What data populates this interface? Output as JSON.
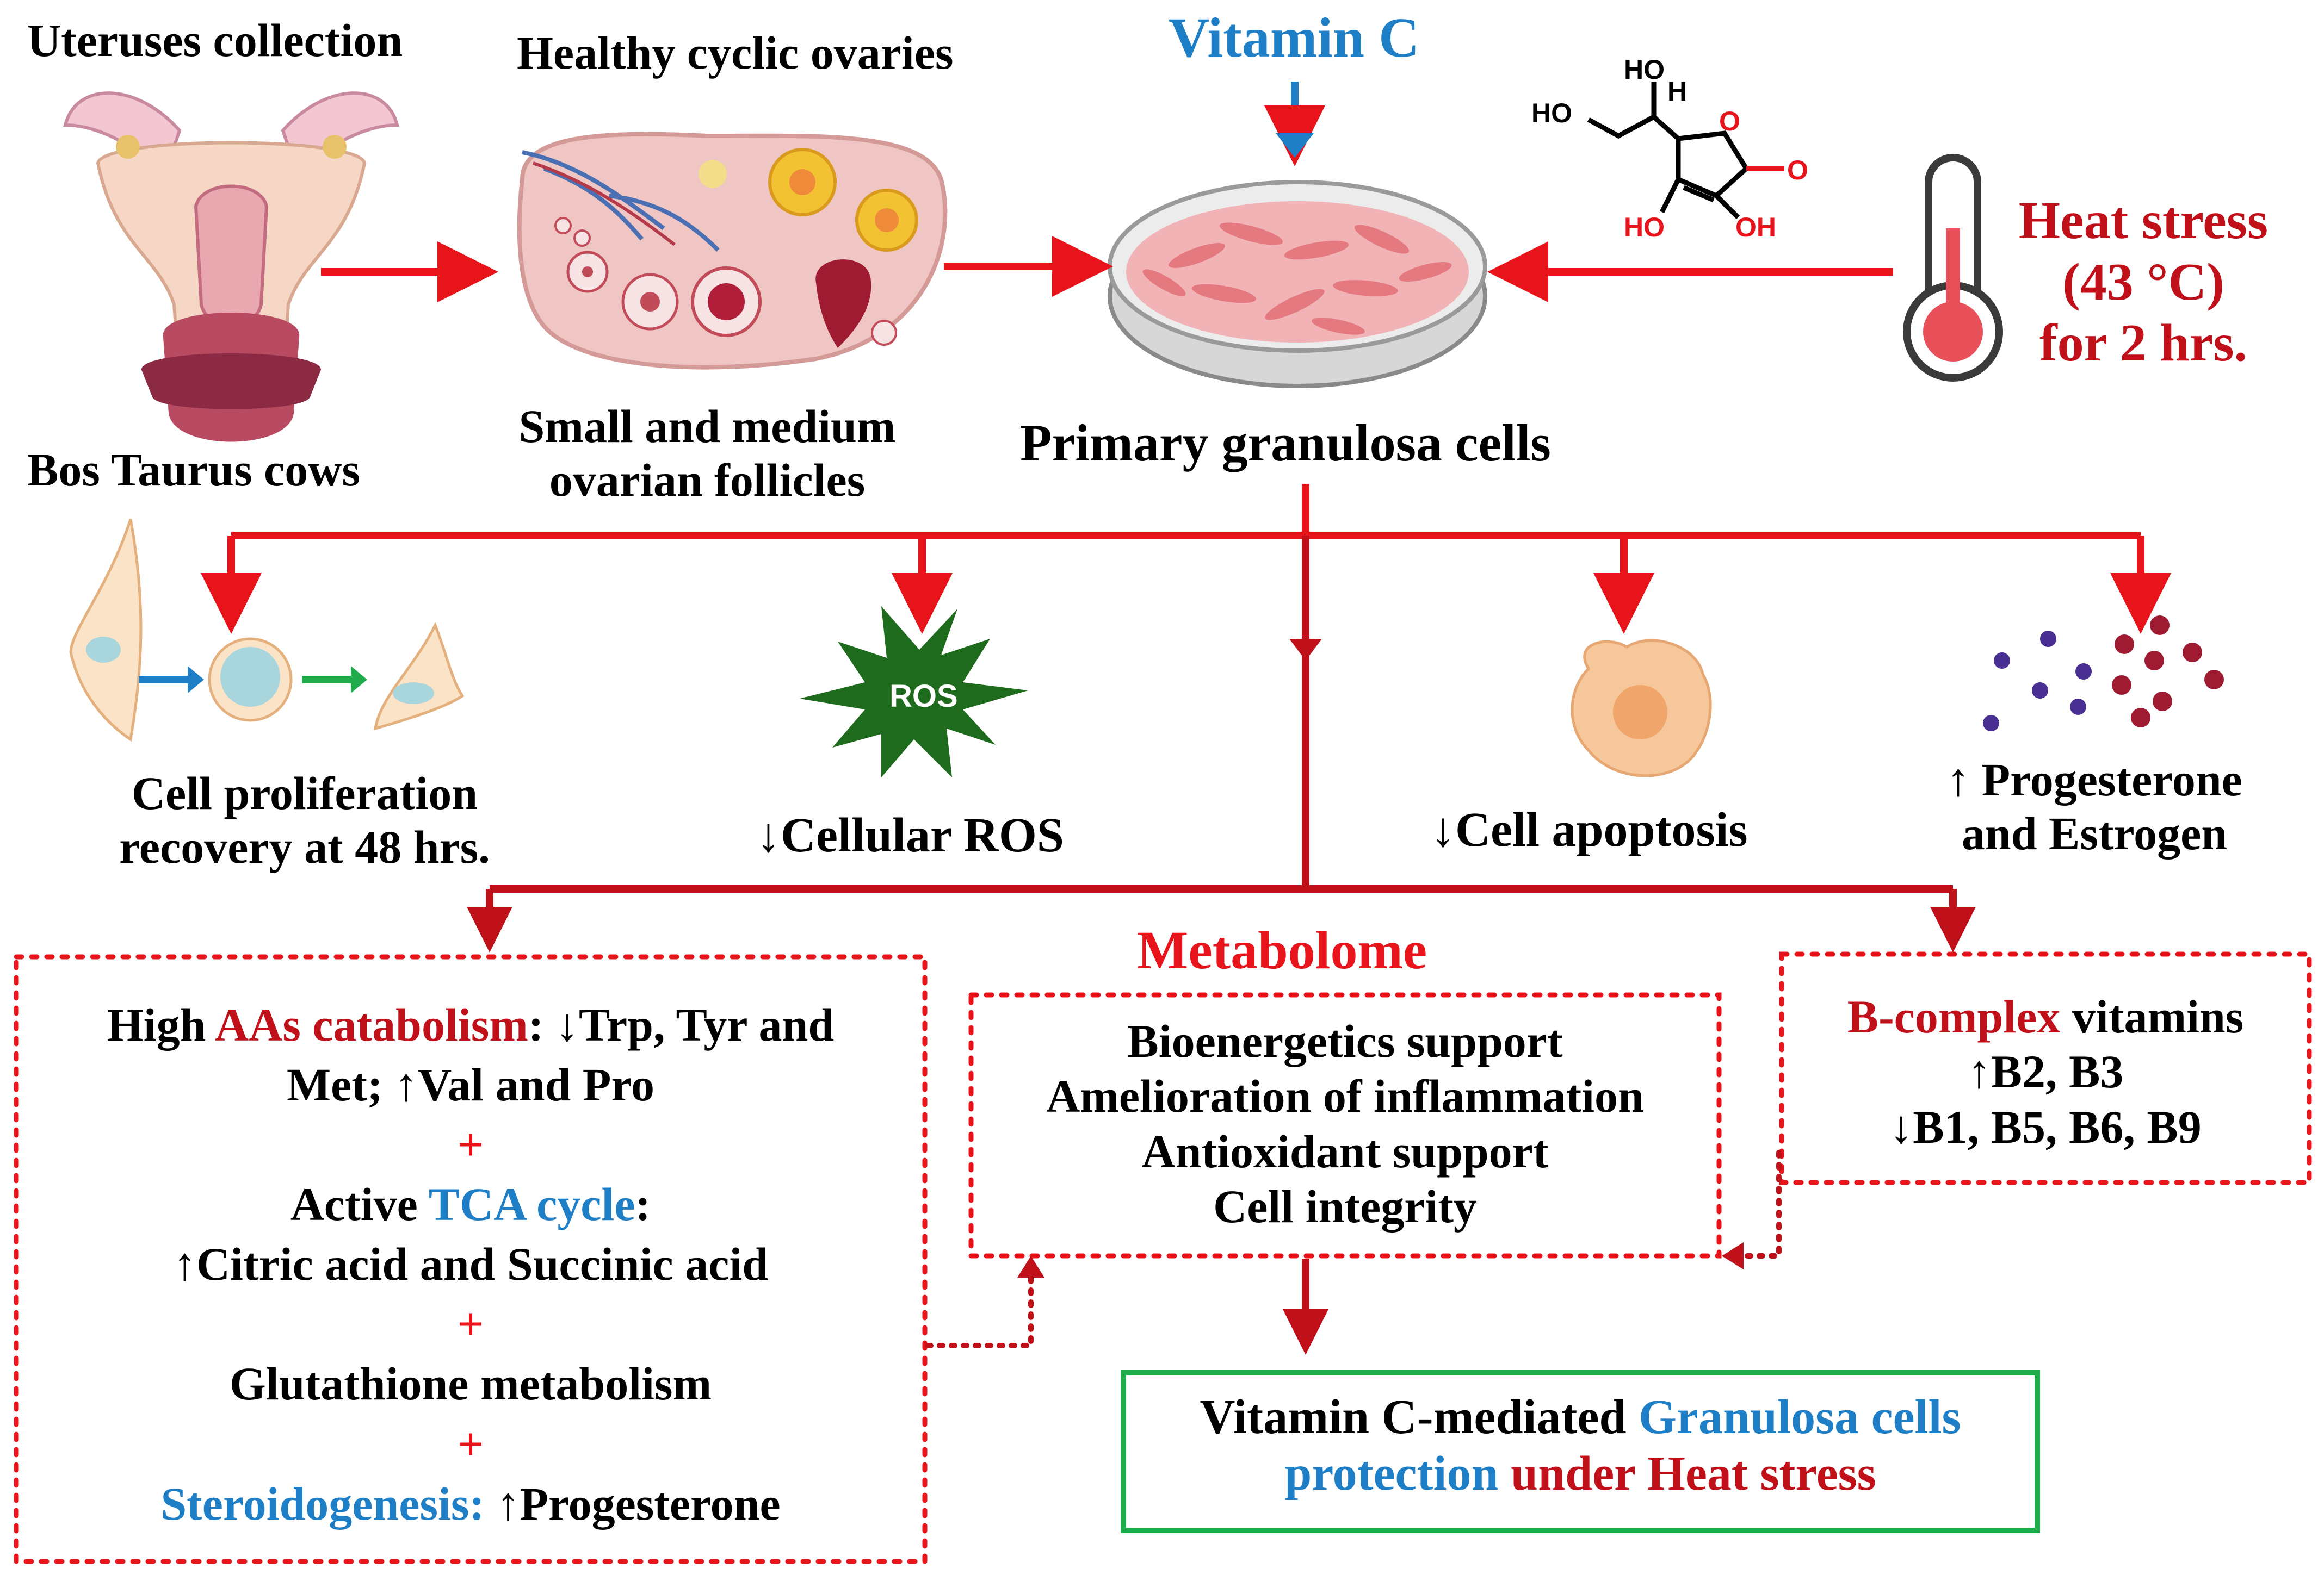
{
  "colors": {
    "arrow_red": "#e8141b",
    "dark_red": "#c0111b",
    "blue": "#1f7fc6",
    "green": "#1faa4b",
    "ros_green": "#1e6b1e"
  },
  "top": {
    "uterus_title": "Uteruses collection",
    "uterus_caption": "Bos Taurus cows",
    "ovary_title": "Healthy cyclic ovaries",
    "ovary_caption_1": "Small and medium",
    "ovary_caption_2": "ovarian follicles",
    "vitamin_c_title": "Vitamin C",
    "dish_caption": "Primary granulosa cells",
    "heat_1": "Heat stress",
    "heat_2": "(43 °C)",
    "heat_3": "for 2 hrs.",
    "molecule_labels": [
      "HO",
      "HO",
      "H",
      "O",
      "O",
      "HO",
      "OH"
    ]
  },
  "effects": {
    "proliferation_1": "Cell proliferation",
    "proliferation_2": "recovery at 48 hrs.",
    "ros_badge": "ROS",
    "ros_caption": "↓Cellular ROS",
    "apoptosis_caption": "↓Cell apoptosis",
    "hormone_1": "↑ Progesterone",
    "hormone_2": "and Estrogen"
  },
  "metabolome": {
    "title": "Metabolome",
    "left": {
      "l1_a": "High ",
      "l1_b": "AAs catabolism",
      "l1_c": ": ↓Trp, Tyr and",
      "l2": "Met; ↑Val and Pro",
      "plus": "+",
      "l3_a": "Active ",
      "l3_b": "TCA cycle",
      "l3_c": ":",
      "l4": "↑Citric acid and Succinic acid",
      "l5": "Glutathione metabolism",
      "l6_a": "Steroidogenesis:",
      "l6_b": " ↑Progesterone"
    },
    "middle": [
      "Bioenergetics support",
      "Amelioration of inflammation",
      "Antioxidant support",
      "Cell integrity"
    ],
    "right": {
      "l1_a": "B-complex",
      "l1_b": " vitamins",
      "l2": "↑B2, B3",
      "l3": "↓B1, B5, B6, B9"
    }
  },
  "conclusion": {
    "a": "Vitamin C-mediated ",
    "b": "Granulosa cells",
    "c": "protection",
    "d": " under Heat stress"
  }
}
